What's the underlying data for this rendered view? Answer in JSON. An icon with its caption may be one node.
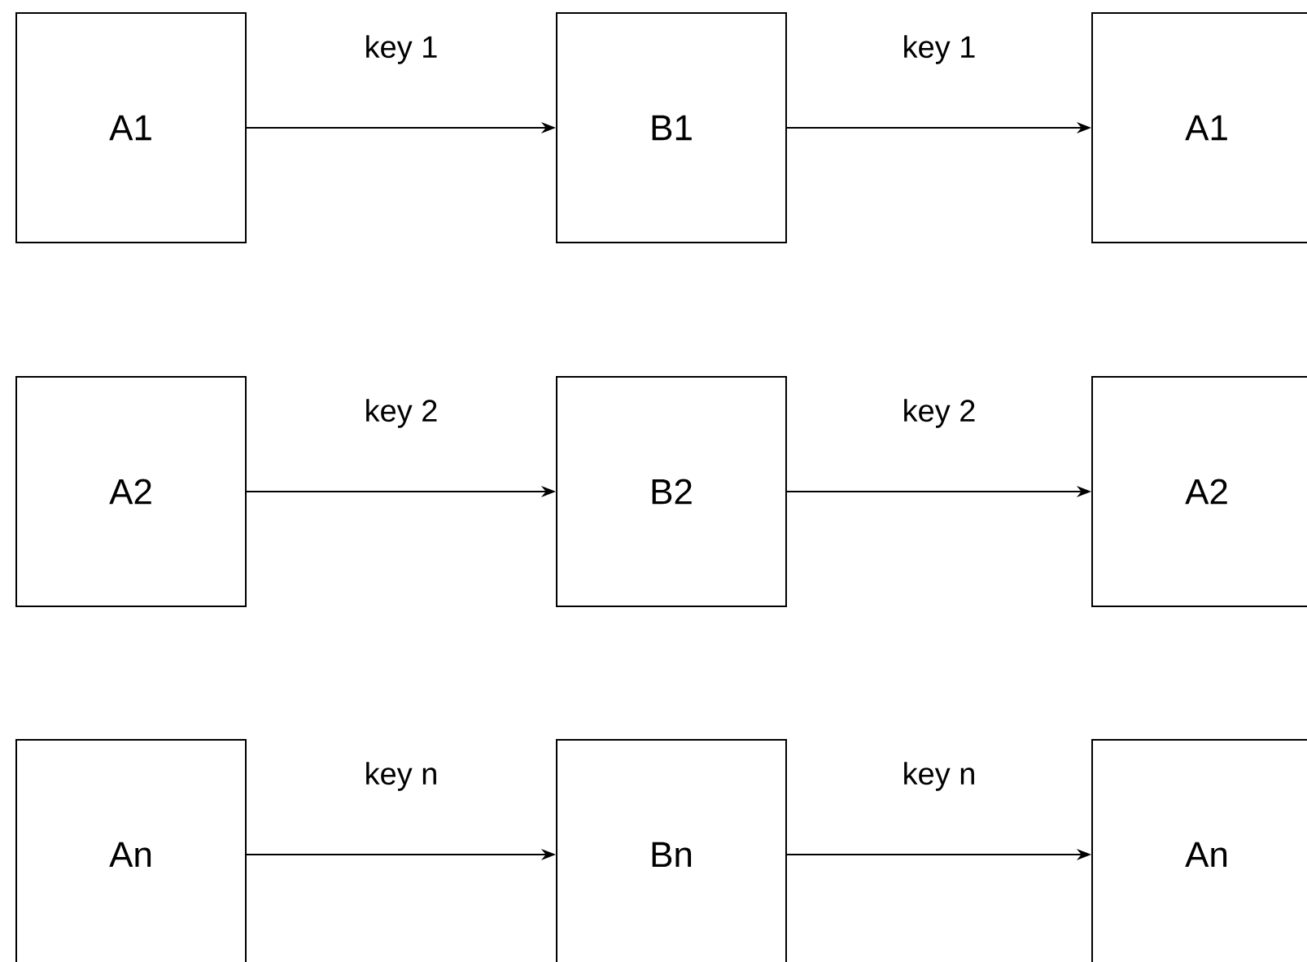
{
  "diagram": {
    "nodes": [
      {
        "text": [
          "A1"
        ]
      },
      {
        "text": [
          "B1"
        ]
      },
      {
        "text": [
          "A1"
        ]
      },
      {
        "text": [
          "A2"
        ]
      },
      {
        "text": [
          "B2"
        ]
      },
      {
        "text": [
          "A2"
        ]
      },
      {
        "text": [
          "An"
        ]
      },
      {
        "text": [
          "Bn"
        ]
      },
      {
        "text": [
          "An"
        ]
      }
    ],
    "edges": [
      {
        "from": 0,
        "to": 1,
        "arrow": "to",
        "label": "key 1"
      },
      {
        "from": 1,
        "to": 2,
        "arrow": "to",
        "label": "key 1"
      },
      {
        "from": 3,
        "to": 4,
        "arrow": "to",
        "label": "key 2"
      },
      {
        "from": 4,
        "to": 5,
        "arrow": "to",
        "label": "key 2"
      },
      {
        "from": 6,
        "to": 7,
        "arrow": "to",
        "label": "key n"
      },
      {
        "from": 7,
        "to": 8,
        "arrow": "to",
        "label": "key n"
      }
    ]
  }
}
